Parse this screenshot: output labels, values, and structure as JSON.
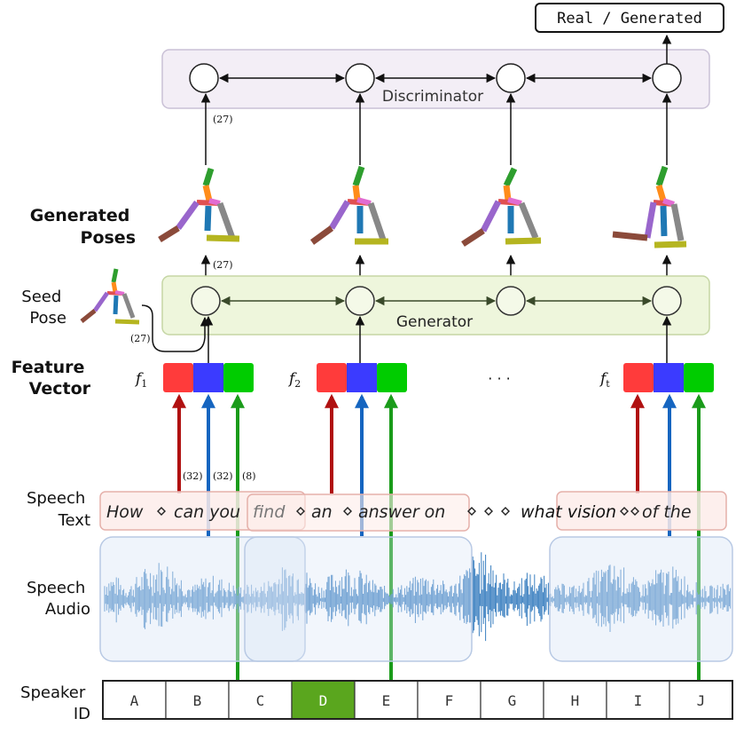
{
  "output_label": "Real / Generated",
  "discriminator_label": "Discriminator",
  "generator_label": "Generator",
  "labels": {
    "generated_poses_1": "Generated",
    "generated_poses_2": "Poses",
    "seed_pose_1": "Seed",
    "seed_pose_2": "Pose",
    "feature_vector_1": "Feature",
    "feature_vector_2": "Vector",
    "speech_text_1": "Speech",
    "speech_text_2": "Text",
    "speech_audio_1": "Speech",
    "speech_audio_2": "Audio",
    "speaker_id_1": "Speaker",
    "speaker_id_2": "ID"
  },
  "dims": {
    "pose": "(27)",
    "pose_gen": "(27)",
    "seed": "(27)",
    "text": "(32)",
    "audio": "(32)",
    "speaker": "(8)"
  },
  "features": {
    "f1": "f",
    "f1_sub": "1",
    "f2": "f",
    "f2_sub": "2",
    "ft": "f",
    "ft_sub": "t",
    "ellipsis": "· · ·"
  },
  "speech_text": {
    "w1": "How",
    "w2": "can you",
    "w3": "find",
    "w4": "an",
    "w5": "answer on",
    "w6": "what vision",
    "w7": "of the"
  },
  "speaker_ids": [
    "A",
    "B",
    "C",
    "D",
    "E",
    "F",
    "G",
    "H",
    "I",
    "J"
  ],
  "selected_speaker": "D",
  "colors": {
    "text_feature": "#c8102e",
    "audio_feature": "#1565c0",
    "speaker_feature": "#1a9b1a",
    "feature_red": "#ff3b3b",
    "feature_blue": "#3b3bff",
    "feature_green": "#00cc00",
    "selected_speaker": "#5aa61e",
    "discriminator_bg": "#f3eef6",
    "generator_bg": "#eef6dc",
    "text_box_bg": "#fdecea",
    "audio_box_bg": "#e6eefa",
    "waveform": "#3a7fc0"
  }
}
